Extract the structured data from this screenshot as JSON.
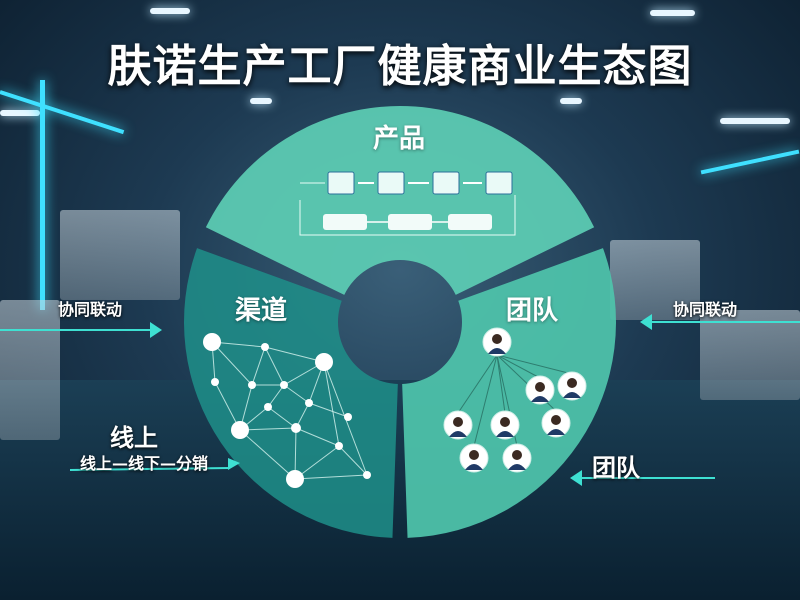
{
  "title": "肤诺生产工厂健康商业生态图",
  "segments": {
    "product": {
      "label": "产品",
      "color": "#5ccab2"
    },
    "channel": {
      "label": "渠道",
      "color": "#1f8f8a"
    },
    "team": {
      "label": "团队",
      "color": "#4fc4ab"
    }
  },
  "side_labels": {
    "left_link": "协同联动",
    "right_link": "协同联动",
    "online": "线上",
    "online_offline": "线上—线下—分销",
    "team_bottom": "团队"
  },
  "icons": [
    "flow-chart-icon",
    "network-graph-icon",
    "person-avatar-icon"
  ]
}
